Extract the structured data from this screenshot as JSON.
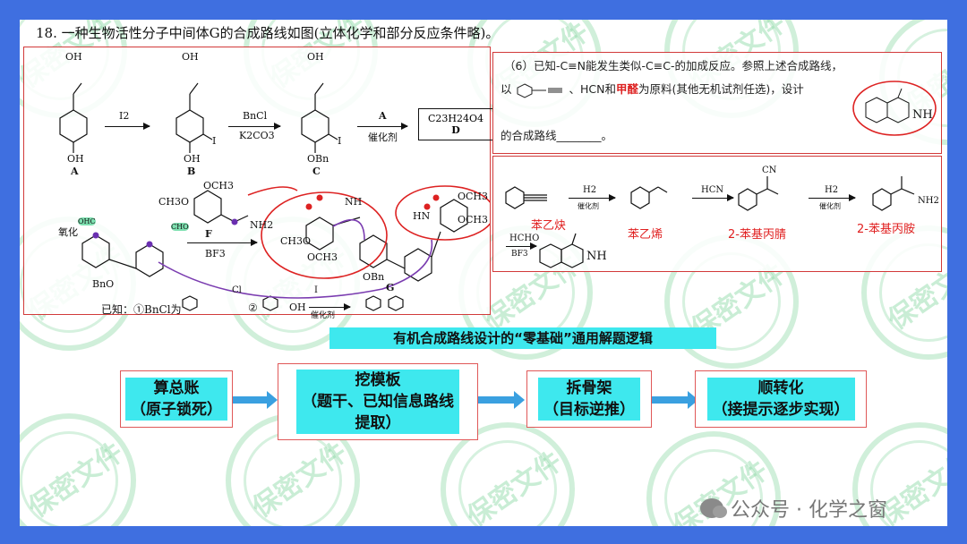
{
  "question": {
    "title": "18. 一种生物活性分子中间体G的合成路线如图(立体化学和部分反应条件略)。"
  },
  "left_panel": {
    "compound_labels": [
      "A",
      "B",
      "C",
      "D",
      "F",
      "G"
    ],
    "groups": {
      "oh_a": "OH",
      "oh_top": "OH",
      "oh_b": "OH",
      "i_b": "I",
      "i_c": "I",
      "obn_c": "OBn",
      "obn_g": "OBn",
      "bno": "BnO",
      "och3_f": "OCH3",
      "ch3o_f": "CH3O",
      "nh2_f": "NH2",
      "ch3o_g": "CH3O",
      "och3_g": "OCH3",
      "nh_g": "NH",
      "hn_g": "HN",
      "och3_g2": "OCH3",
      "och3_g3": "OCH3",
      "ohc": "OHC",
      "cho": "CHO"
    },
    "reagents": {
      "i2": "I2",
      "bncl": "BnCl",
      "k2co3": "K2CO3",
      "a": "A",
      "catalyst": "催化剂",
      "oxidation": "氧化",
      "bf3": "BF3"
    },
    "d_box": {
      "formula": "C23H24O4",
      "label": "D"
    },
    "known": {
      "prefix": "已知：①BnCl为",
      "cl": "Cl",
      "two": "②",
      "oh": "OH",
      "i": "I",
      "catalyst": "催化剂"
    }
  },
  "top_right_panel": {
    "line1": "（6）已知-C≡N能发生类似-C≡C-的加成反应。参照上述合成路线，",
    "line2_a": "以",
    "line2_b": "、HCN和",
    "line2_red": "甲醛",
    "line2_c": "为原料(其他无机试剂任选)，设计",
    "line3": "的合成路线________。",
    "nh": "NH"
  },
  "bottom_right_panel": {
    "labels": [
      "苯乙炔",
      "苯乙烯",
      "2-苯基丙腈",
      "2-苯基丙胺"
    ],
    "reagents": {
      "h2_1": "H2",
      "cat1": "催化剂",
      "hcn": "HCN",
      "h2_2": "H2",
      "cat2": "催化剂",
      "hcho": "HCHO",
      "bf3": "BF3"
    },
    "groups": {
      "cn": "CN",
      "nh2": "NH2",
      "nh": "NH"
    }
  },
  "banner": "有机合成路线设计的“零基础”通用解题逻辑",
  "steps": [
    {
      "line1": "算总账",
      "line2": "（原子锁死）"
    },
    {
      "line1": "挖模板",
      "line2": "（题干、已知信息路线",
      "line3": "提取）"
    },
    {
      "line1": "拆骨架",
      "line2": "（目标逆推）"
    },
    {
      "line1": "顺转化",
      "line2": "（接提示逐步实现）"
    }
  ],
  "watermark": "保密文件",
  "footer": {
    "text": "公众号 · 化学之窗",
    "icon": "wechat-icon"
  },
  "colors": {
    "background": "#3f6fe0",
    "panel_border": "#d23a3a",
    "highlight": "#3ee8ee",
    "arrow": "#3aa0e0",
    "red_label": "#e02020"
  }
}
